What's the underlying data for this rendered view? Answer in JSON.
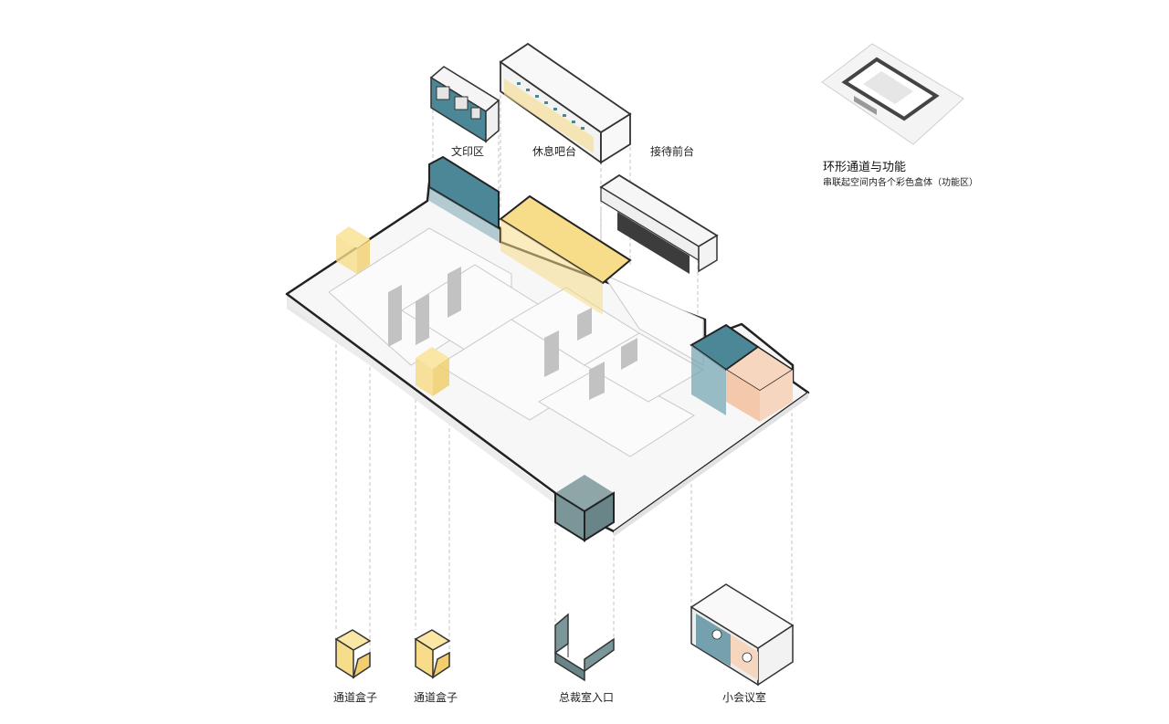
{
  "legend": {
    "title": "环形通道与功能",
    "subtitle": "串联起空间内各个彩色盒体（功能区）"
  },
  "labels": {
    "print_area": "文印区",
    "lounge_bar": "休息吧台",
    "reception": "接待前台",
    "corridor_box_1": "通道盒子",
    "corridor_box_2": "通道盒子",
    "president_entry": "总裁室入口",
    "meeting_room": "小会议室"
  },
  "colors": {
    "yellow": "#f7dc8a",
    "teal": "#4b8797",
    "slate": "#7a9699",
    "peach": "#f7d6bf",
    "outline": "#2a2a2a"
  }
}
